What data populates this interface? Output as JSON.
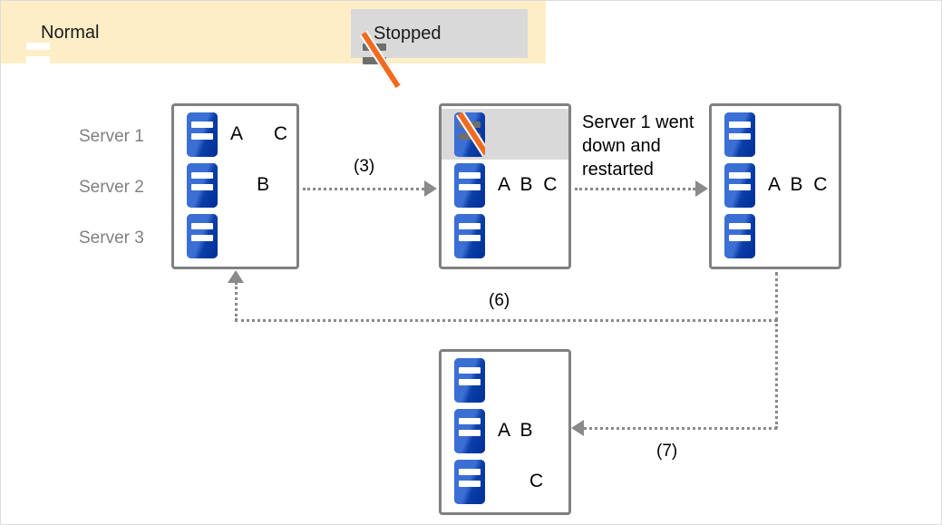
{
  "legend": {
    "items": [
      {
        "label": "Normal",
        "icon": "server-icon",
        "state": "normal"
      },
      {
        "label": "Stopped",
        "icon": "server-stopped-icon",
        "state": "stopped"
      }
    ]
  },
  "side_labels": [
    {
      "label": "Server 1"
    },
    {
      "label": "Server 2"
    },
    {
      "label": "Server 3"
    }
  ],
  "boxes": {
    "initial": {
      "rows": [
        {
          "server": "Server 1",
          "state": "normal",
          "keys": "A      C"
        },
        {
          "server": "Server 2",
          "state": "normal",
          "keys": "     B"
        },
        {
          "server": "Server 3",
          "state": "normal",
          "keys": ""
        }
      ]
    },
    "failed": {
      "rows": [
        {
          "server": "Server 1",
          "state": "stopped",
          "keys": ""
        },
        {
          "server": "Server 2",
          "state": "normal",
          "keys": "A  B  C"
        },
        {
          "server": "Server 3",
          "state": "normal",
          "keys": ""
        }
      ]
    },
    "restarted": {
      "rows": [
        {
          "server": "Server 1",
          "state": "normal",
          "keys": ""
        },
        {
          "server": "Server 2",
          "state": "normal",
          "keys": "A  B  C"
        },
        {
          "server": "Server 3",
          "state": "normal",
          "keys": ""
        }
      ]
    },
    "rebalanced": {
      "rows": [
        {
          "server": "Server 1",
          "state": "normal",
          "keys": ""
        },
        {
          "server": "Server 2",
          "state": "normal",
          "keys": "A  B"
        },
        {
          "server": "Server 3",
          "state": "normal",
          "keys": "      C"
        }
      ]
    }
  },
  "annotation": {
    "line1": "Server 1 went",
    "line2": "down and",
    "line3": "restarted"
  },
  "arrows": {
    "step3": "(3)",
    "step6": "(6)",
    "step7": "(7)"
  },
  "colors": {
    "legend_background": "#fdeec8",
    "stopped_background": "#d9d9d9",
    "box_border": "#808080",
    "server_blue_light": "#3b6fd4",
    "server_blue_dark": "#0033a0",
    "slash_orange": "#f26a21",
    "arrow_gray": "#8a8a8a",
    "side_label_gray": "#808080"
  }
}
